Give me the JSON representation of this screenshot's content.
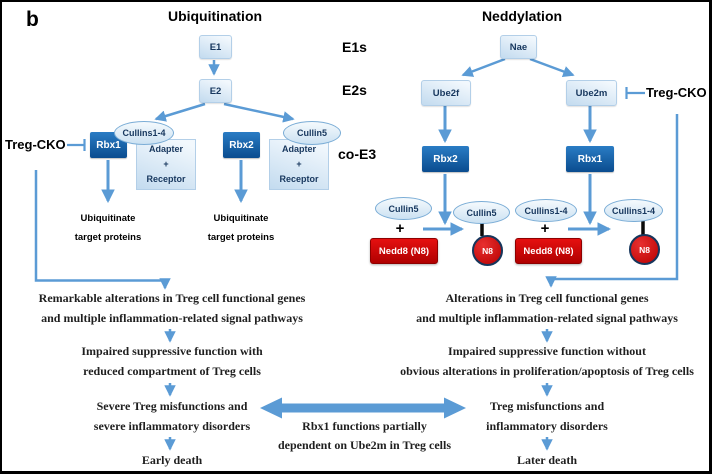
{
  "panel_label": "b",
  "header": {
    "left_title": "Ubiquitination",
    "right_title": "Neddylation"
  },
  "row_labels": {
    "e1s": "E1s",
    "e2s": "E2s",
    "co_e3": "co-E3"
  },
  "ubiquitination": {
    "e1": "E1",
    "e2": "E2",
    "treg_cko": "Treg-CKO",
    "cul14_complex": {
      "cullin": "Cullins1-4",
      "rbx": "Rbx1",
      "adapter": "Adapter",
      "plus": "+",
      "receptor": "Receptor"
    },
    "cul5_complex": {
      "cullin": "Cullin5",
      "rbx": "Rbx2",
      "adapter": "Adapter",
      "plus": "+",
      "receptor": "Receptor"
    },
    "outcome_left": [
      "Ubiquitinate",
      "target proteins"
    ],
    "outcome_right": [
      "Ubiquitinate",
      "target proteins"
    ]
  },
  "neddylation": {
    "nae": "Nae",
    "ube2f": "Ube2f",
    "ube2m": "Ube2m",
    "treg_cko": "Treg-CKO",
    "rbx2": "Rbx2",
    "rbx1": "Rbx1",
    "reaction_cul5": {
      "substrate": "Cullin5",
      "plus": "+",
      "nedd8": "Nedd8 (N8)",
      "product": "Cullin5",
      "n8": "N8"
    },
    "reaction_cul14": {
      "substrate": "Cullins1-4",
      "plus": "+",
      "nedd8": "Nedd8 (N8)",
      "product": "Cullins1-4",
      "n8": "N8"
    }
  },
  "left_flow": [
    [
      "Remarkable alterations in Treg cell functional genes",
      "and multiple inflammation-related signal pathways"
    ],
    [
      "Impaired suppressive function with",
      "reduced compartment of Treg cells"
    ],
    [
      "Severe Treg misfunctions and",
      "severe inflammatory disorders"
    ],
    [
      "Early death"
    ]
  ],
  "right_flow": [
    [
      "Alterations in Treg cell functional genes",
      "and multiple inflammation-related signal pathways"
    ],
    [
      "Impaired suppressive function without",
      "obvious alterations in proliferation/apoptosis of Treg cells"
    ],
    [
      "Treg misfunctions and",
      "inflammatory disorders"
    ],
    [
      "Later death"
    ]
  ],
  "center_note": [
    "Rbx1 functions partially",
    "dependent on Ube2m in Treg cells"
  ],
  "colors": {
    "arrow-blue": "#5b9bd5",
    "box-light-1": "#f2f8fd",
    "box-light-2": "#c3dbef",
    "box-dark-1": "#2a7cc4",
    "box-dark-2": "#0a4c8f",
    "ellipse-fill-1": "#f5fafd",
    "ellipse-fill-2": "#cbe1f2",
    "ellipse-border": "#7badd6",
    "red-1": "#e51010",
    "red-2": "#b00000",
    "navy-text": "#17375e",
    "flow-text": "#1f1f1f"
  }
}
